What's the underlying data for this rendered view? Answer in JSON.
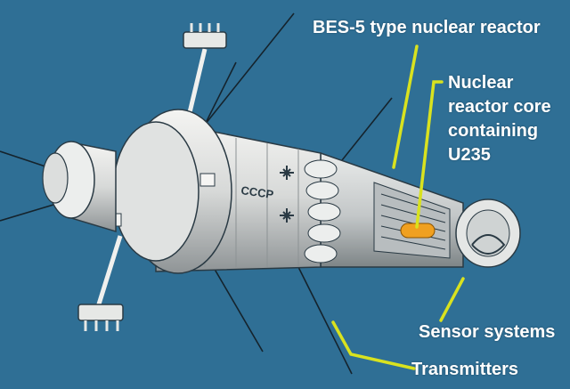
{
  "labels": {
    "reactor": "BES-5 type nuclear reactor",
    "core": "Nuclear\nreactor core\ncontaining\nU235",
    "sensor": "Sensor systems",
    "transmitters": "Transmitters"
  },
  "hull_text": "CCCP",
  "colors": {
    "background": "#2f6f95",
    "leader_line": "#d9e21f",
    "core_highlight": "#f0a020",
    "label_text": "#ffffff"
  }
}
